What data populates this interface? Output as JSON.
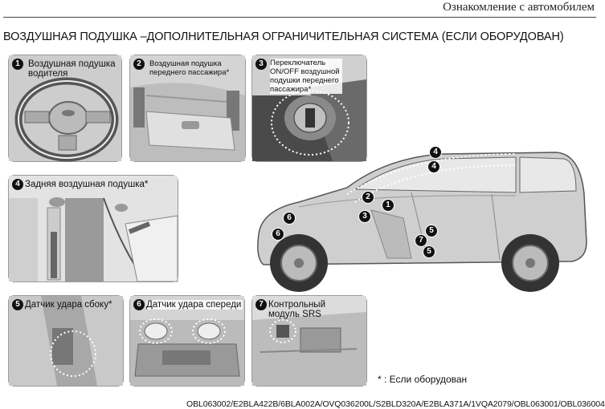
{
  "header": {
    "section": "Ознакомление с автомобилем",
    "title": "ВОЗДУШНАЯ ПОДУШКА –ДОПОЛНИТЕЛЬНАЯ ОГРАНИЧИТЕЛЬНАЯ СИСТЕМА (ЕСЛИ ОБОРУДОВАН)"
  },
  "panels": [
    {
      "num": "1",
      "label": "Воздушная подушка водителя"
    },
    {
      "num": "2",
      "label": "Воздушная подушка переднего пассажира*"
    },
    {
      "num": "3",
      "label": "Переключатель ON/OFF воздушной подушки переднего пассажира*"
    },
    {
      "num": "4",
      "label": "Задняя воздушная подушка*"
    },
    {
      "num": "5",
      "label": "Датчик удара сбоку*"
    },
    {
      "num": "6",
      "label": "Датчик удара спереди"
    },
    {
      "num": "7",
      "label": "Контрольный модуль SRS"
    }
  ],
  "car_markers": [
    "1",
    "2",
    "3",
    "4",
    "4",
    "5",
    "5",
    "6",
    "6",
    "7"
  ],
  "footnote": "* : Если оборудован",
  "image_codes": "OBL063002/E2BLA422B/6BLA002A/OVQ036200L/S2BLD320A/E2BLA371A/1VQA2079/OBL063001/OBL036004"
}
